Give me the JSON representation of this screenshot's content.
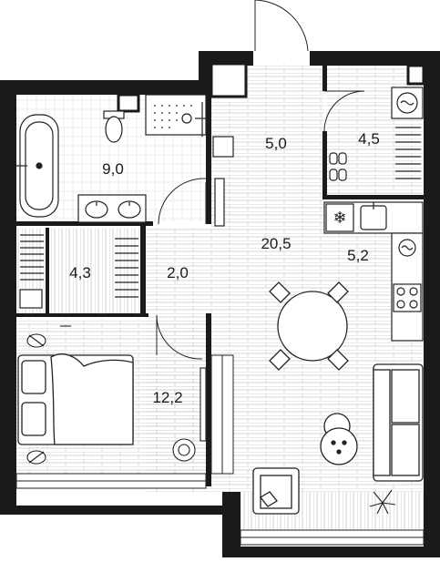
{
  "rooms": [
    {
      "id": "bathroom",
      "area": "9,0"
    },
    {
      "id": "hallway",
      "area": "5,0"
    },
    {
      "id": "storage",
      "area": "4,5"
    },
    {
      "id": "living",
      "area": "20,5"
    },
    {
      "id": "kitchen",
      "area": "5,2"
    },
    {
      "id": "wardrobe",
      "area": "4,3"
    },
    {
      "id": "corridor",
      "area": "2,0"
    },
    {
      "id": "bedroom",
      "area": "12,2"
    }
  ],
  "colors": {
    "wall": "#1a1a1a",
    "floor_line": "#c8c8c8",
    "line": "#222222",
    "background": "#ffffff"
  },
  "icons": [
    "bathtub-icon",
    "toilet-icon",
    "shower-icon",
    "double-sink-icon",
    "radiator-icon",
    "washing-machine-icon",
    "fridge-icon",
    "kitchen-sink-icon",
    "hob-icon",
    "dining-table-icon",
    "sofa-icon",
    "armchair-icon",
    "bed-icon",
    "plant-icon",
    "door-icon"
  ]
}
